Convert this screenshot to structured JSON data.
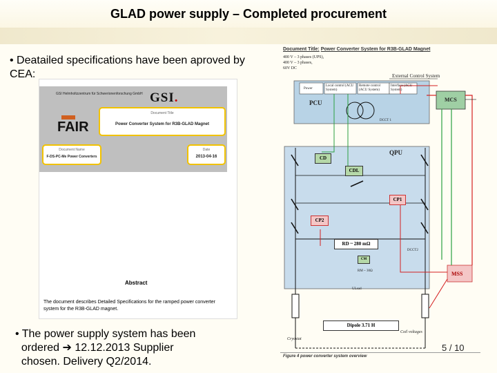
{
  "slide": {
    "title": "GLAD power supply – Completed procurement",
    "page": "5 / 10"
  },
  "bullets": {
    "b1": "• Deatailed specifications have been aproved by CEA:",
    "b2_line1": "• The power supply system has been",
    "b2_line2a": "ordered",
    "b2_arrow": "➔",
    "b2_line2b": "12.12.2013 Supplier",
    "b2_line3": "chosen. Delivery Q2/2014."
  },
  "document_cover": {
    "institute": "GSI Helmholtzzentrum für Schwerionenforschung GmbH",
    "logo_gsi": "GSI",
    "logo_fair": "FAIR",
    "doc_title_label": "Document Title",
    "doc_title": "Power Converter System for R3B-GLAD Magnet",
    "doc_name_label": "Document Name",
    "doc_name": "F-DS-PC-Me Power Converters",
    "date_label": "Date",
    "date": "2013-04-16",
    "abstract_heading": "Abstract",
    "abstract_text": "The document describes Detailed Specifications for the ramped power converter system for the R3B-GLAD magnet."
  },
  "figure": {
    "doc_title_prefix": "Document Title:",
    "doc_title": "Power Converter System for R3B-GLAD Magnet",
    "supply_1": "400 V – 3 phases (UPS),",
    "supply_2": "400 V – 3 phases,",
    "supply_3": "60V DC",
    "external_control": "External Control System",
    "power": "Power",
    "local_control": "Local control (ACU System)",
    "remote_control": "Remote control (ACU System)",
    "interface": "Interface (ACU System)",
    "pcu": "PCU",
    "mcs": "MCS",
    "dcct1": "DCCT 1",
    "qpu": "QPU",
    "cd": "CD",
    "cdl": "CDL",
    "cp1": "CP1",
    "cp2": "CP2",
    "rd": "RD ~ 280 mΩ",
    "dcct2": "DCCT2",
    "cm": "CM",
    "rm": "RM ~ 30Ω",
    "ulead": "ULead",
    "mss": "MSS",
    "dipole": "Dipole 3.71 H",
    "cryostat": "Cryostat",
    "coil_voltages": "Coil voltages",
    "caption": "Figure 4 power converter system overview"
  },
  "colors": {
    "accent_yellow": "#f2c200",
    "pcu_blue": "#b8d3e6",
    "qpu_blue": "#c8dcec",
    "mcs_green": "#9fcfa4",
    "red_box": "#f4c6c6",
    "signal_red": "#d42020",
    "signal_green": "#2aa040"
  }
}
